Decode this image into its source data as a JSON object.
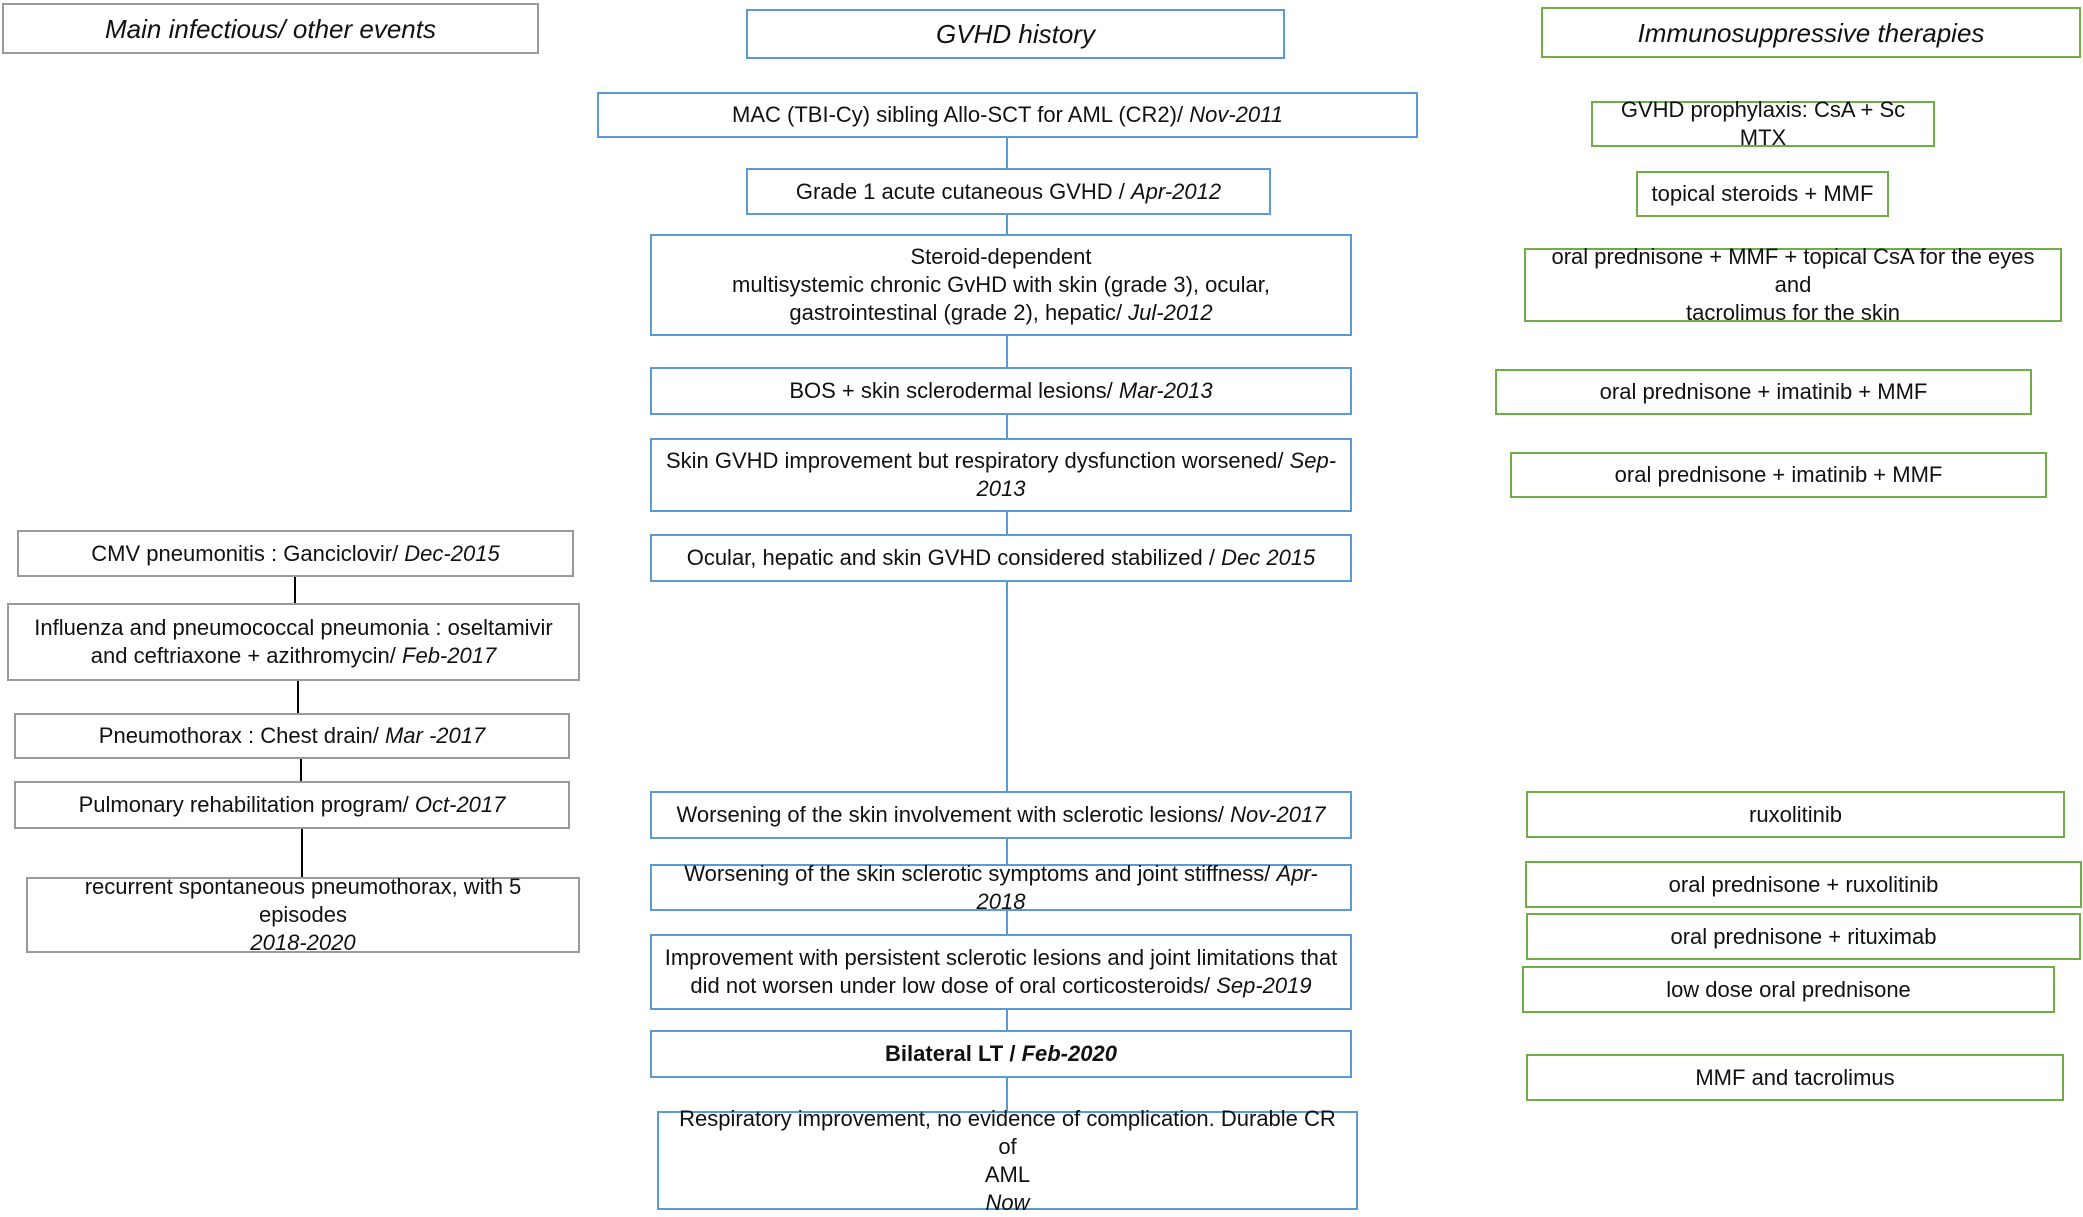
{
  "headers": {
    "events": "Main infectious/ other events",
    "gvhd": "GVHD history",
    "therapies": "Immunosuppressive therapies"
  },
  "gvhd_history": [
    {
      "text": "MAC (TBI-Cy) sibling Allo-SCT for AML (CR2)/ ",
      "date": "Nov-2011"
    },
    {
      "text": "Grade 1 acute cutaneous GVHD / ",
      "date": "Apr-2012"
    },
    {
      "line1": "Steroid-dependent",
      "line2": "multisystemic chronic GvHD with skin (grade 3), ocular,",
      "line3": "gastrointestinal (grade 2), hepatic/ ",
      "date": "Jul-2012"
    },
    {
      "text": "BOS + skin sclerodermal lesions/ ",
      "date": "Mar-2013"
    },
    {
      "line1": "Skin GVHD improvement but respiratory dysfunction worsened/ ",
      "date1": "Sep-",
      "date2": "2013"
    },
    {
      "text": "Ocular, hepatic and skin GVHD considered stabilized / ",
      "date": "Dec 2015"
    },
    {
      "text": "Worsening of the skin involvement with sclerotic lesions/ ",
      "date": "Nov-2017"
    },
    {
      "text": "Worsening of the skin sclerotic symptoms and joint stiffness/ ",
      "date": "Apr-2018"
    },
    {
      "line1": "Improvement with persistent sclerotic lesions and joint limitations that",
      "line2": "did not worsen under low dose of oral corticosteroids/ ",
      "date": "Sep-2019"
    },
    {
      "text": "Bilateral LT / ",
      "date": "Feb-2020"
    },
    {
      "line1": "Respiratory improvement, no evidence of complication. Durable CR of",
      "line2": "AML",
      "date": "Now"
    }
  ],
  "events": [
    {
      "text": "CMV pneumonitis : Ganciclovir/ ",
      "date": "Dec-2015"
    },
    {
      "line1": "Influenza and pneumococcal pneumonia : oseltamivir",
      "line2": "and ceftriaxone + azithromycin/ ",
      "date": "Feb-2017"
    },
    {
      "text": "Pneumothorax : Chest drain/ ",
      "date": "Mar -2017"
    },
    {
      "text": "Pulmonary rehabilitation program/ ",
      "date": "Oct-2017"
    },
    {
      "line1": "recurrent spontaneous pneumothorax, with 5 episodes",
      "date": "2018-2020"
    }
  ],
  "therapies": [
    "GVHD prophylaxis: CsA + Sc MTX",
    "topical steroids + MMF",
    {
      "line1": "oral prednisone + MMF + topical CsA for the eyes and",
      "line2": "tacrolimus for the skin"
    },
    "oral prednisone + imatinib + MMF",
    "oral prednisone + imatinib + MMF",
    "ruxolitinib",
    "oral prednisone + ruxolitinib",
    "oral prednisone + rituximab",
    "low dose oral prednisone",
    "MMF and tacrolimus"
  ],
  "colors": {
    "gvhd": "#5b9bd5",
    "therapies": "#70ad47",
    "events": "#9a9a9a",
    "event_links": "#000000"
  }
}
